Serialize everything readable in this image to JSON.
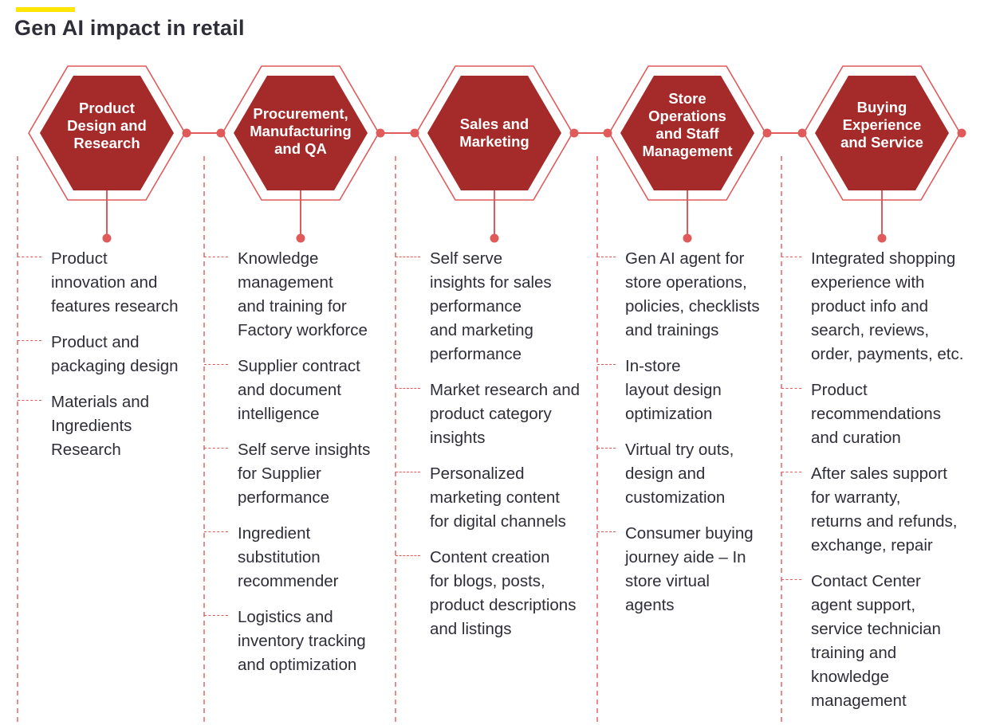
{
  "title": "Gen AI impact in retail",
  "colors": {
    "accent": "#ffe600",
    "hexagon": "#a52a2a",
    "connector": "#e05a5a",
    "text": "#2e2e38"
  },
  "columns": [
    {
      "heading": [
        "Product",
        "Design and",
        "Research"
      ],
      "items": [
        [
          "Product",
          "innovation and",
          "features research"
        ],
        [
          "Product and",
          "packaging design"
        ],
        [
          "Materials and",
          "Ingredients",
          "Research"
        ]
      ]
    },
    {
      "heading": [
        "Procurement,",
        "Manufacturing",
        "and QA"
      ],
      "items": [
        [
          "Knowledge",
          "management",
          "and training for",
          "Factory workforce"
        ],
        [
          "Supplier contract",
          "and document",
          "intelligence"
        ],
        [
          "Self serve insights",
          "for Supplier",
          "performance"
        ],
        [
          "Ingredient",
          "substitution",
          "recommender"
        ],
        [
          "Logistics and",
          "inventory tracking",
          "and optimization"
        ]
      ]
    },
    {
      "heading": [
        "Sales and",
        "Marketing"
      ],
      "items": [
        [
          "Self serve",
          "insights for sales",
          "performance",
          "and  marketing",
          "performance"
        ],
        [
          "Market research and",
          "product category",
          "insights"
        ],
        [
          "Personalized",
          "marketing content",
          "for digital channels"
        ],
        [
          "Content creation",
          "for blogs, posts,",
          "product descriptions",
          "and listings"
        ]
      ]
    },
    {
      "heading": [
        "Store",
        "Operations",
        "and Staff",
        "Management"
      ],
      "items": [
        [
          "Gen AI agent for",
          "store operations,",
          "policies, checklists",
          "and trainings"
        ],
        [
          "In-store",
          "layout design",
          "optimization"
        ],
        [
          "Virtual try outs,",
          "design and",
          "customization"
        ],
        [
          "Consumer buying",
          "journey aide – In",
          "store virtual",
          "agents"
        ]
      ]
    },
    {
      "heading": [
        "Buying",
        "Experience",
        "and Service"
      ],
      "items": [
        [
          "Integrated shopping",
          "experience with",
          "product info and",
          "search, reviews,",
          "order, payments, etc."
        ],
        [
          "Product",
          "recommendations",
          "and curation"
        ],
        [
          "After sales support",
          "for warranty,",
          "returns and refunds,",
          "exchange, repair"
        ],
        [
          "Contact Center",
          "agent support,",
          "service technician",
          "training and",
          "knowledge",
          "management"
        ]
      ]
    }
  ]
}
